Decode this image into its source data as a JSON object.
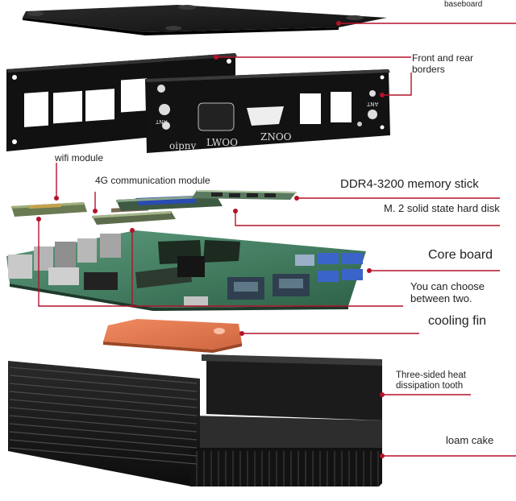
{
  "labels": {
    "baseboard": "baseboard",
    "front_rear_borders": "Front and rear\nborders",
    "wifi_module": "wifi module",
    "comm_module_4g": "4G communication module",
    "memory_stick": "DDR4-3200 memory stick",
    "ssd": "M. 2 solid state hard disk",
    "core_board": "Core board",
    "choose_two": "You can choose\nbetween two.",
    "cooling_fin": "cooling fin",
    "heat_tooth": "Three-sided heat\ndissipation tooth",
    "loam_cake": "loam cake"
  },
  "panel_markings": {
    "ant_left": "ANT",
    "ant_right": "ANT",
    "audio": "oipny",
    "lan": "LWOO",
    "com": "ZNOO"
  },
  "colors": {
    "leader_line": "#b3122a",
    "metal": "#151515",
    "pcb": "#3f7a5e",
    "cooling_fin": "#e2774f"
  }
}
